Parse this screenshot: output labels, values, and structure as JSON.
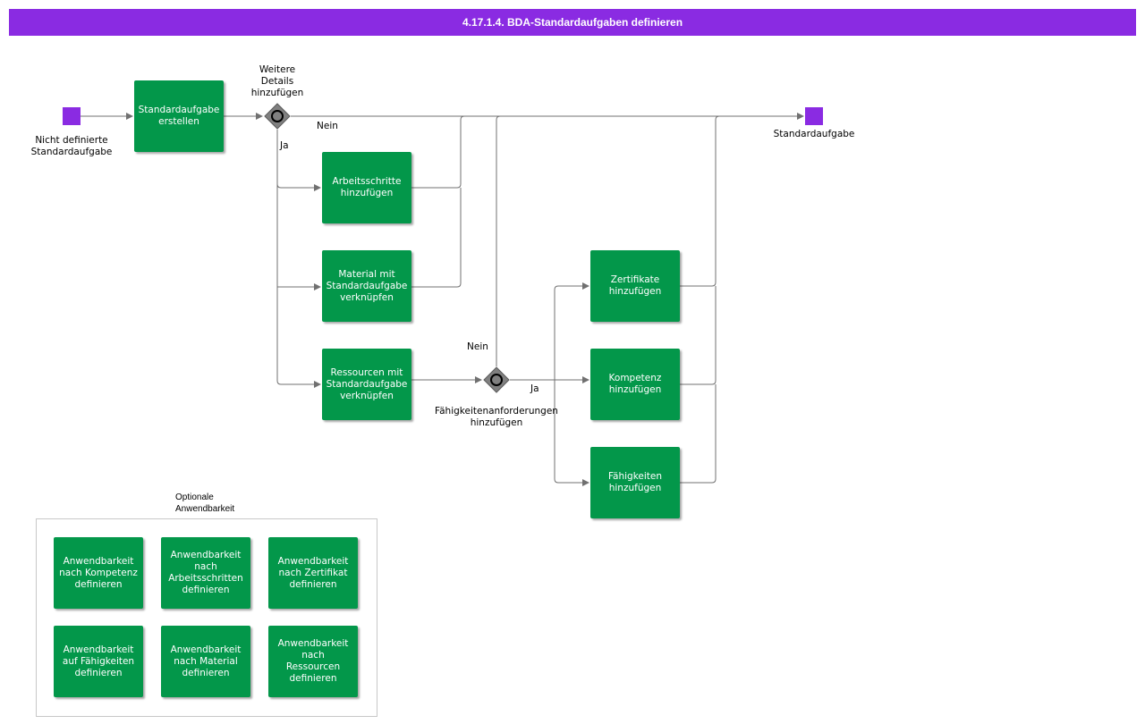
{
  "title": "4.17.1.4. BDA-Standardaufgaben definieren",
  "colors": {
    "title_bar": "#8a2be2",
    "event": "#8a2be2",
    "task": "#03974a",
    "gateway": "#808080",
    "connector": "#707070"
  },
  "events": {
    "start": {
      "label": "Nicht definierte\nStandardaufgabe"
    },
    "end": {
      "label": "Standardaufgabe"
    }
  },
  "gateways": {
    "details": {
      "label": "Weitere\nDetails\nhinzufügen",
      "no_label": "Nein",
      "yes_label": "Ja"
    },
    "skills": {
      "label": "Fähigkeitenanforderungen\nhinzufügen",
      "no_label": "Nein",
      "yes_label": "Ja"
    }
  },
  "tasks": {
    "create": "Standardaufgabe\nerstellen",
    "steps": "Arbeitsschritte\nhinzufügen",
    "material": "Material mit\nStandardaufgabe\nverknüpfen",
    "resources": "Ressourcen mit\nStandardaufgabe\nverknüpfen",
    "certificates": "Zertifikate\nhinzufügen",
    "competence": "Kompetenz\nhinzufügen",
    "abilities": "Fähigkeiten\nhinzufügen"
  },
  "optional_group": {
    "label": "Optionale\nAnwendbarkeit",
    "tasks": [
      "Anwendbarkeit\nnach Kompetenz\ndefinieren",
      "Anwendbarkeit\nnach\nArbeitsschritten\ndefinieren",
      "Anwendbarkeit\nnach Zertifikat\ndefinieren",
      "Anwendbarkeit\nauf Fähigkeiten\ndefinieren",
      "Anwendbarkeit\nnach Material\ndefinieren",
      "Anwendbarkeit\nnach\nRessourcen\ndefinieren"
    ]
  }
}
